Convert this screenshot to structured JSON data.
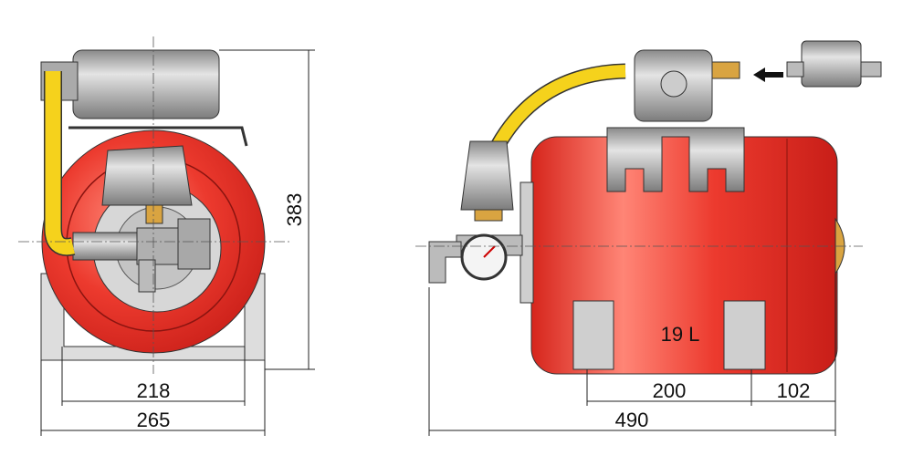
{
  "dimensions": {
    "front_inner_width": "218",
    "front_overall_width": "265",
    "overall_height": "383",
    "foot_spacing": "200",
    "end_offset": "102",
    "overall_length": "490"
  },
  "tank_label": "19 L",
  "colors": {
    "tank_red": "#e8332a",
    "hose_yellow": "#f5d21c",
    "metal_gray": "#b9b9b9",
    "brass": "#d9a441"
  },
  "icons": [
    "flow-direction-arrow-icon"
  ]
}
